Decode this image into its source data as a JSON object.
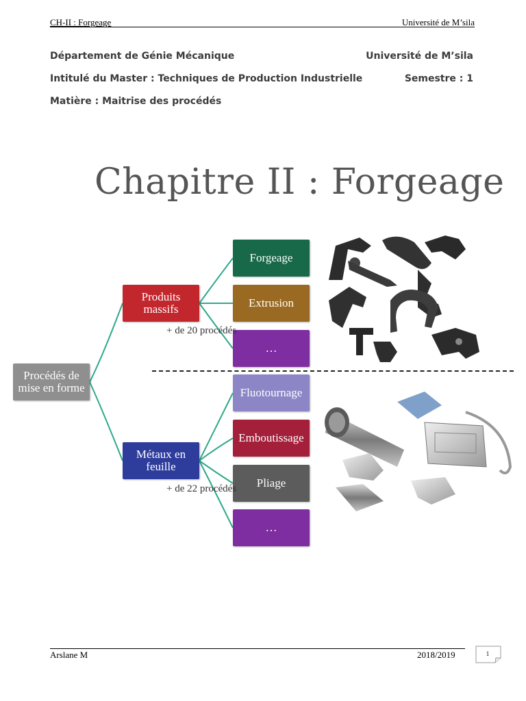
{
  "header": {
    "chapter": "CH-II : Forgeage",
    "university": "Université de M’sila"
  },
  "info": {
    "department": "Département de Génie Mécanique",
    "university": "Université de M’sila",
    "master": "Intitulé du Master : Techniques de Production Industrielle",
    "semester": "Semestre : 1",
    "subject": "Matière : Maitrise des procédés"
  },
  "title": "Chapitre II : Forgeage",
  "diagram": {
    "root": {
      "label_line1": "Procédés de",
      "label_line2": "mise en forme",
      "color": "#8f8f8f"
    },
    "branches": [
      {
        "label_line1": "Produits",
        "label_line2": "massifs",
        "color": "#c3272e",
        "count": "+ de 20 procédés",
        "leaves": [
          {
            "label": "Forgeage",
            "color": "#17694a"
          },
          {
            "label": "Extrusion",
            "color": "#9a6a22"
          },
          {
            "label": "…",
            "color": "#7e2ea0"
          }
        ]
      },
      {
        "label_line1": "Métaux en",
        "label_line2": "feuille",
        "color": "#2e3c9c",
        "count": "+ de 22 procédés",
        "leaves": [
          {
            "label": "Fluotournage",
            "color": "#8c86c6"
          },
          {
            "label": "Emboutissage",
            "color": "#a31f3a"
          },
          {
            "label": "Pliage",
            "color": "#5c5c5c"
          },
          {
            "label": "…",
            "color": "#7e2ea0"
          }
        ]
      }
    ],
    "connector_color": "#2ea88a"
  },
  "photos": {
    "top": "forged-parts-photo",
    "bottom": "sheet-metal-parts-photo"
  },
  "footer": {
    "author": "Arslane M",
    "year": "2018/2019",
    "page": "1"
  }
}
